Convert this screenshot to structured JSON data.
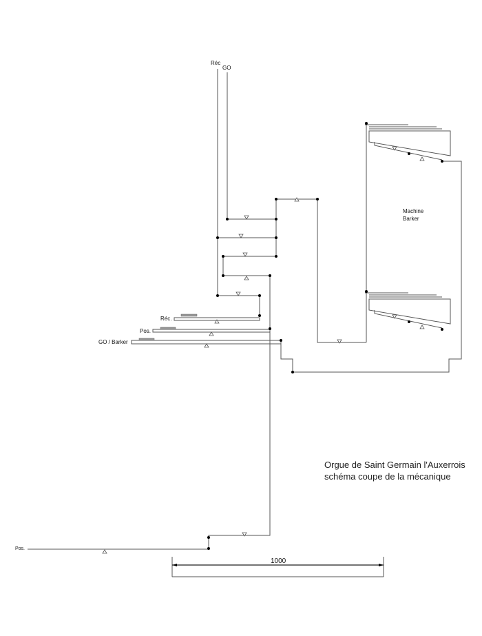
{
  "labels": {
    "rec_top": "Réc",
    "go_top": "GO",
    "rec_kbd": "Réc.",
    "pos_kbd": "Pos.",
    "go_barker_kbd": "GO / Barker",
    "pos_bottom": "Pos.",
    "machine_line1": "Machine",
    "machine_line2": "Barker"
  },
  "title": {
    "line1": "Orgue de Saint Germain l'Auxerrois",
    "line2": "schéma coupe de la mécanique"
  },
  "scale_bar": {
    "label": "1000"
  }
}
